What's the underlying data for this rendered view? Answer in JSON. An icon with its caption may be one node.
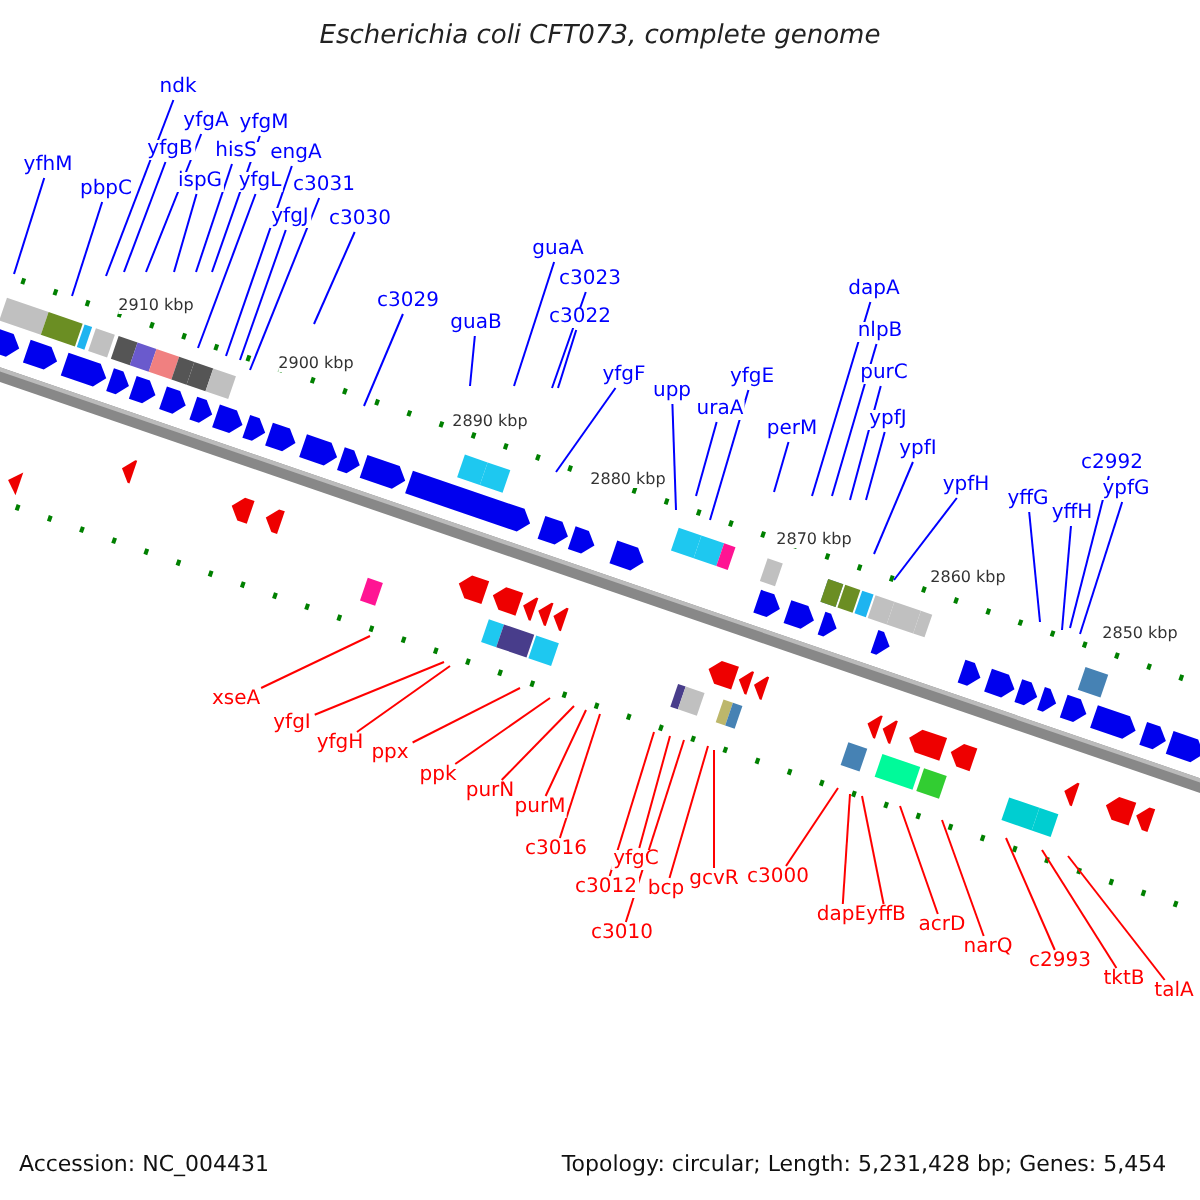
{
  "diagram": {
    "title": "Escherichia coli CFT073, complete genome",
    "nodes": [
      {
        "text": [
          "yfhM"
        ]
      },
      {
        "text": [
          "pbpC"
        ]
      },
      {
        "text": [
          "ndk"
        ]
      },
      {
        "text": [
          "yfgB"
        ]
      },
      {
        "text": [
          "yfgA"
        ]
      },
      {
        "text": [
          "ispG"
        ]
      },
      {
        "text": [
          "hisS"
        ]
      },
      {
        "text": [
          "yfgM"
        ]
      },
      {
        "text": [
          "yfgL"
        ]
      },
      {
        "text": [
          "engA"
        ]
      },
      {
        "text": [
          "yfgJ"
        ]
      },
      {
        "text": [
          "c3031"
        ]
      },
      {
        "text": [
          "c3030"
        ]
      },
      {
        "text": [
          "c3029"
        ]
      },
      {
        "text": [
          "guaB"
        ]
      },
      {
        "text": [
          "guaA"
        ]
      },
      {
        "text": [
          "c3023"
        ]
      },
      {
        "text": [
          "c3022"
        ]
      },
      {
        "text": [
          "yfgF"
        ]
      },
      {
        "text": [
          "upp"
        ]
      },
      {
        "text": [
          "uraA"
        ]
      },
      {
        "text": [
          "yfgE"
        ]
      },
      {
        "text": [
          "perM"
        ]
      },
      {
        "text": [
          "dapA"
        ]
      },
      {
        "text": [
          "nlpB"
        ]
      },
      {
        "text": [
          "purC"
        ]
      },
      {
        "text": [
          "ypfJ"
        ]
      },
      {
        "text": [
          "ypfI"
        ]
      },
      {
        "text": [
          "ypfH"
        ]
      },
      {
        "text": [
          "yffG"
        ]
      },
      {
        "text": [
          "yffH"
        ]
      },
      {
        "text": [
          "c2992"
        ]
      },
      {
        "text": [
          "ypfG"
        ]
      },
      {
        "text": [
          "xseA"
        ]
      },
      {
        "text": [
          "yfgI"
        ]
      },
      {
        "text": [
          "yfgH"
        ]
      },
      {
        "text": [
          "ppx"
        ]
      },
      {
        "text": [
          "ppk"
        ]
      },
      {
        "text": [
          "purN"
        ]
      },
      {
        "text": [
          "purM"
        ]
      },
      {
        "text": [
          "c3016"
        ]
      },
      {
        "text": [
          "yfgC"
        ]
      },
      {
        "text": [
          "c3012"
        ]
      },
      {
        "text": [
          "c3010"
        ]
      },
      {
        "text": [
          "bcp"
        ]
      },
      {
        "text": [
          "gcvR"
        ]
      },
      {
        "text": [
          "c3000"
        ]
      },
      {
        "text": [
          "dapE"
        ]
      },
      {
        "text": [
          "yffB"
        ]
      },
      {
        "text": [
          "acrD"
        ]
      },
      {
        "text": [
          "narQ"
        ]
      },
      {
        "text": [
          "c2993"
        ]
      },
      {
        "text": [
          "tktB"
        ]
      },
      {
        "text": [
          "talA"
        ]
      }
    ],
    "edges": [
      {
        "from": 0,
        "to": null,
        "arrow": "none"
      },
      {
        "from": 1,
        "to": null,
        "arrow": "none"
      },
      {
        "from": 2,
        "to": null,
        "arrow": "none"
      },
      {
        "from": 3,
        "to": null,
        "arrow": "none"
      },
      {
        "from": 4,
        "to": null,
        "arrow": "none"
      },
      {
        "from": 5,
        "to": null,
        "arrow": "none"
      },
      {
        "from": 6,
        "to": null,
        "arrow": "none"
      },
      {
        "from": 7,
        "to": null,
        "arrow": "none"
      },
      {
        "from": 8,
        "to": null,
        "arrow": "none"
      },
      {
        "from": 9,
        "to": null,
        "arrow": "none"
      },
      {
        "from": 10,
        "to": null,
        "arrow": "none"
      },
      {
        "from": 11,
        "to": null,
        "arrow": "none"
      },
      {
        "from": 12,
        "to": null,
        "arrow": "none"
      },
      {
        "from": 13,
        "to": null,
        "arrow": "none"
      },
      {
        "from": 14,
        "to": null,
        "arrow": "none"
      },
      {
        "from": 15,
        "to": null,
        "arrow": "none"
      },
      {
        "from": 16,
        "to": null,
        "arrow": "none"
      },
      {
        "from": 17,
        "to": null,
        "arrow": "none"
      },
      {
        "from": 18,
        "to": null,
        "arrow": "none"
      },
      {
        "from": 19,
        "to": null,
        "arrow": "none"
      },
      {
        "from": 20,
        "to": null,
        "arrow": "none"
      },
      {
        "from": 21,
        "to": null,
        "arrow": "none"
      },
      {
        "from": 22,
        "to": null,
        "arrow": "none"
      },
      {
        "from": 23,
        "to": null,
        "arrow": "none"
      },
      {
        "from": 24,
        "to": null,
        "arrow": "none"
      },
      {
        "from": 25,
        "to": null,
        "arrow": "none"
      },
      {
        "from": 26,
        "to": null,
        "arrow": "none"
      },
      {
        "from": 27,
        "to": null,
        "arrow": "none"
      },
      {
        "from": 28,
        "to": null,
        "arrow": "none"
      },
      {
        "from": 29,
        "to": null,
        "arrow": "none"
      },
      {
        "from": 30,
        "to": null,
        "arrow": "none"
      },
      {
        "from": 31,
        "to": null,
        "arrow": "none"
      },
      {
        "from": 32,
        "to": null,
        "arrow": "none"
      },
      {
        "from": 33,
        "to": null,
        "arrow": "none",
        "color": "#ff0000"
      },
      {
        "from": 34,
        "to": null,
        "arrow": "none",
        "color": "#ff0000"
      },
      {
        "from": 35,
        "to": null,
        "arrow": "none",
        "color": "#ff0000"
      },
      {
        "from": 36,
        "to": null,
        "arrow": "none",
        "color": "#ff0000"
      },
      {
        "from": 37,
        "to": null,
        "arrow": "none",
        "color": "#ff0000"
      },
      {
        "from": 38,
        "to": null,
        "arrow": "none",
        "color": "#ff0000"
      },
      {
        "from": 39,
        "to": null,
        "arrow": "none",
        "color": "#ff0000"
      },
      {
        "from": 40,
        "to": null,
        "arrow": "none",
        "color": "#ff0000"
      },
      {
        "from": 41,
        "to": null,
        "arrow": "none",
        "color": "#ff0000"
      },
      {
        "from": 42,
        "to": null,
        "arrow": "none",
        "color": "#ff0000"
      },
      {
        "from": 43,
        "to": null,
        "arrow": "none",
        "color": "#ff0000"
      },
      {
        "from": 44,
        "to": null,
        "arrow": "none",
        "color": "#ff0000"
      },
      {
        "from": 45,
        "to": null,
        "arrow": "none",
        "color": "#ff0000"
      },
      {
        "from": 46,
        "to": null,
        "arrow": "none",
        "color": "#ff0000"
      },
      {
        "from": 47,
        "to": null,
        "arrow": "none",
        "color": "#ff0000"
      },
      {
        "from": 48,
        "to": null,
        "arrow": "none",
        "color": "#ff0000"
      },
      {
        "from": 49,
        "to": null,
        "arrow": "none",
        "color": "#ff0000"
      },
      {
        "from": 50,
        "to": null,
        "arrow": "none",
        "color": "#ff0000"
      },
      {
        "from": 51,
        "to": null,
        "arrow": "none",
        "color": "#ff0000"
      },
      {
        "from": 52,
        "to": null,
        "arrow": "none",
        "color": "#ff0000"
      },
      {
        "from": 53,
        "to": null,
        "arrow": "none",
        "color": "#ff0000"
      }
    ],
    "labels": [
      "2910 kbp",
      "2900 kbp",
      "2890 kbp",
      "2880 kbp",
      "2870 kbp",
      "2860 kbp",
      "2850 kbp",
      "Accession: NC_004431",
      "Topology: circular; Length: 5,231,428 bp; Genes: 5,454"
    ]
  }
}
